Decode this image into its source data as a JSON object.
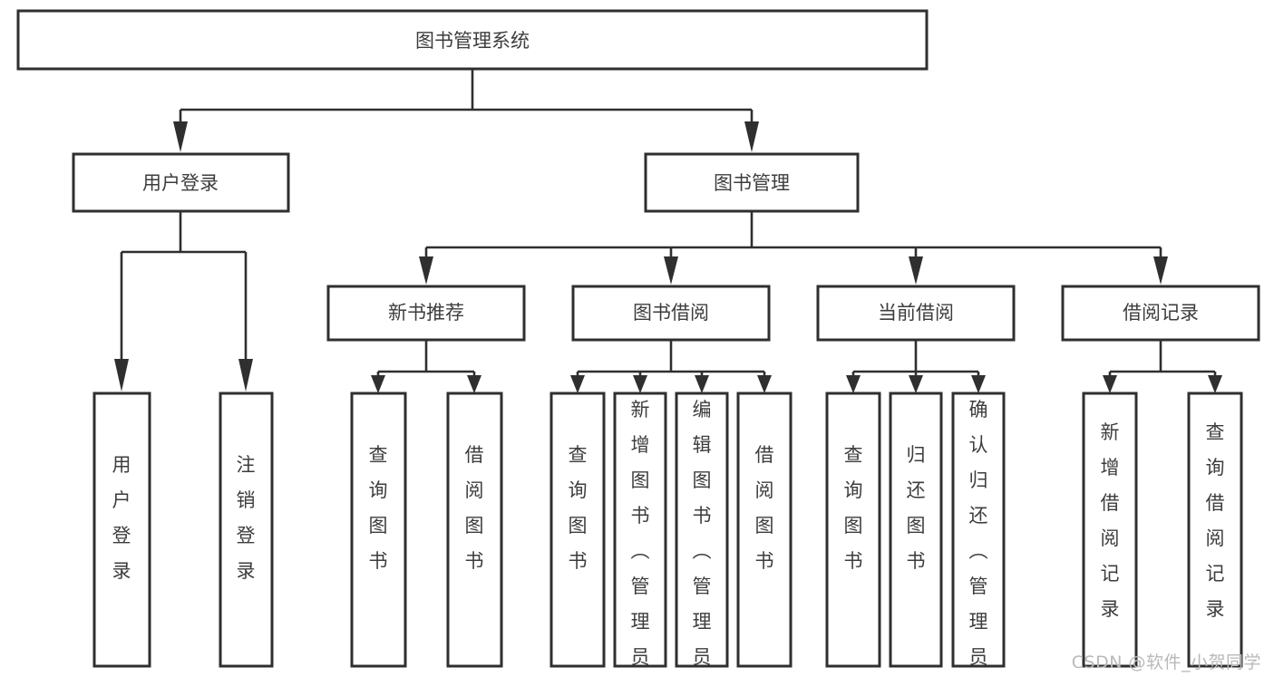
{
  "diagram": {
    "type": "tree",
    "title": "图书管理系统",
    "watermark": "CSDN @软件_小贺同学",
    "colors": {
      "box_stroke": "#2f2f2f",
      "box_fill": "#ffffff",
      "text": "#3d3d3d",
      "connector": "#2f2f2f",
      "watermark": "#b9b9b9",
      "background": "#ffffff"
    },
    "root": {
      "label": "图书管理系统"
    },
    "level1": [
      {
        "label": "用户登录"
      },
      {
        "label": "图书管理"
      }
    ],
    "level2": [
      {
        "label": "新书推荐"
      },
      {
        "label": "图书借阅"
      },
      {
        "label": "当前借阅"
      },
      {
        "label": "借阅记录"
      }
    ],
    "leaves": {
      "user_login": [
        {
          "label": "用户登录"
        },
        {
          "label": "注销登录"
        }
      ],
      "new_book_recommend": [
        {
          "label": "查询图书"
        },
        {
          "label": "借阅图书"
        }
      ],
      "book_borrow": [
        {
          "label": "查询图书"
        },
        {
          "label": "新增图书（管理员）"
        },
        {
          "label": "编辑图书（管理员）"
        },
        {
          "label": "借阅图书"
        }
      ],
      "current_borrow": [
        {
          "label": "查询图书"
        },
        {
          "label": "归还图书"
        },
        {
          "label": "确认归还（管理员）"
        }
      ],
      "borrow_record": [
        {
          "label": "新增借阅记录"
        },
        {
          "label": "查询借阅记录"
        }
      ]
    }
  }
}
